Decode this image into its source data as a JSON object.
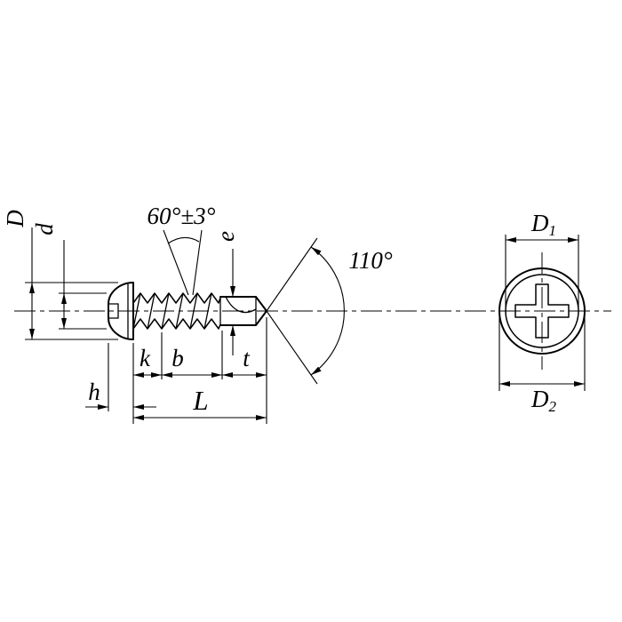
{
  "colors": {
    "background": "#ffffff",
    "ink": "#000000"
  },
  "drawing": {
    "kind": "technical-dimension-drawing",
    "subject": "self-drilling wafer-head Phillips screw, side view and head front view",
    "labels": {
      "head_diameter": "D",
      "thread_diameter": "d",
      "thread_angle": "60°±3°",
      "point_width": "e",
      "point_angle": "110°",
      "k": "k",
      "b": "b",
      "t": "t",
      "h": "h",
      "length": "L",
      "d1_main": "D",
      "d1_sub": "1",
      "d2_main": "D",
      "d2_sub": "2"
    }
  }
}
